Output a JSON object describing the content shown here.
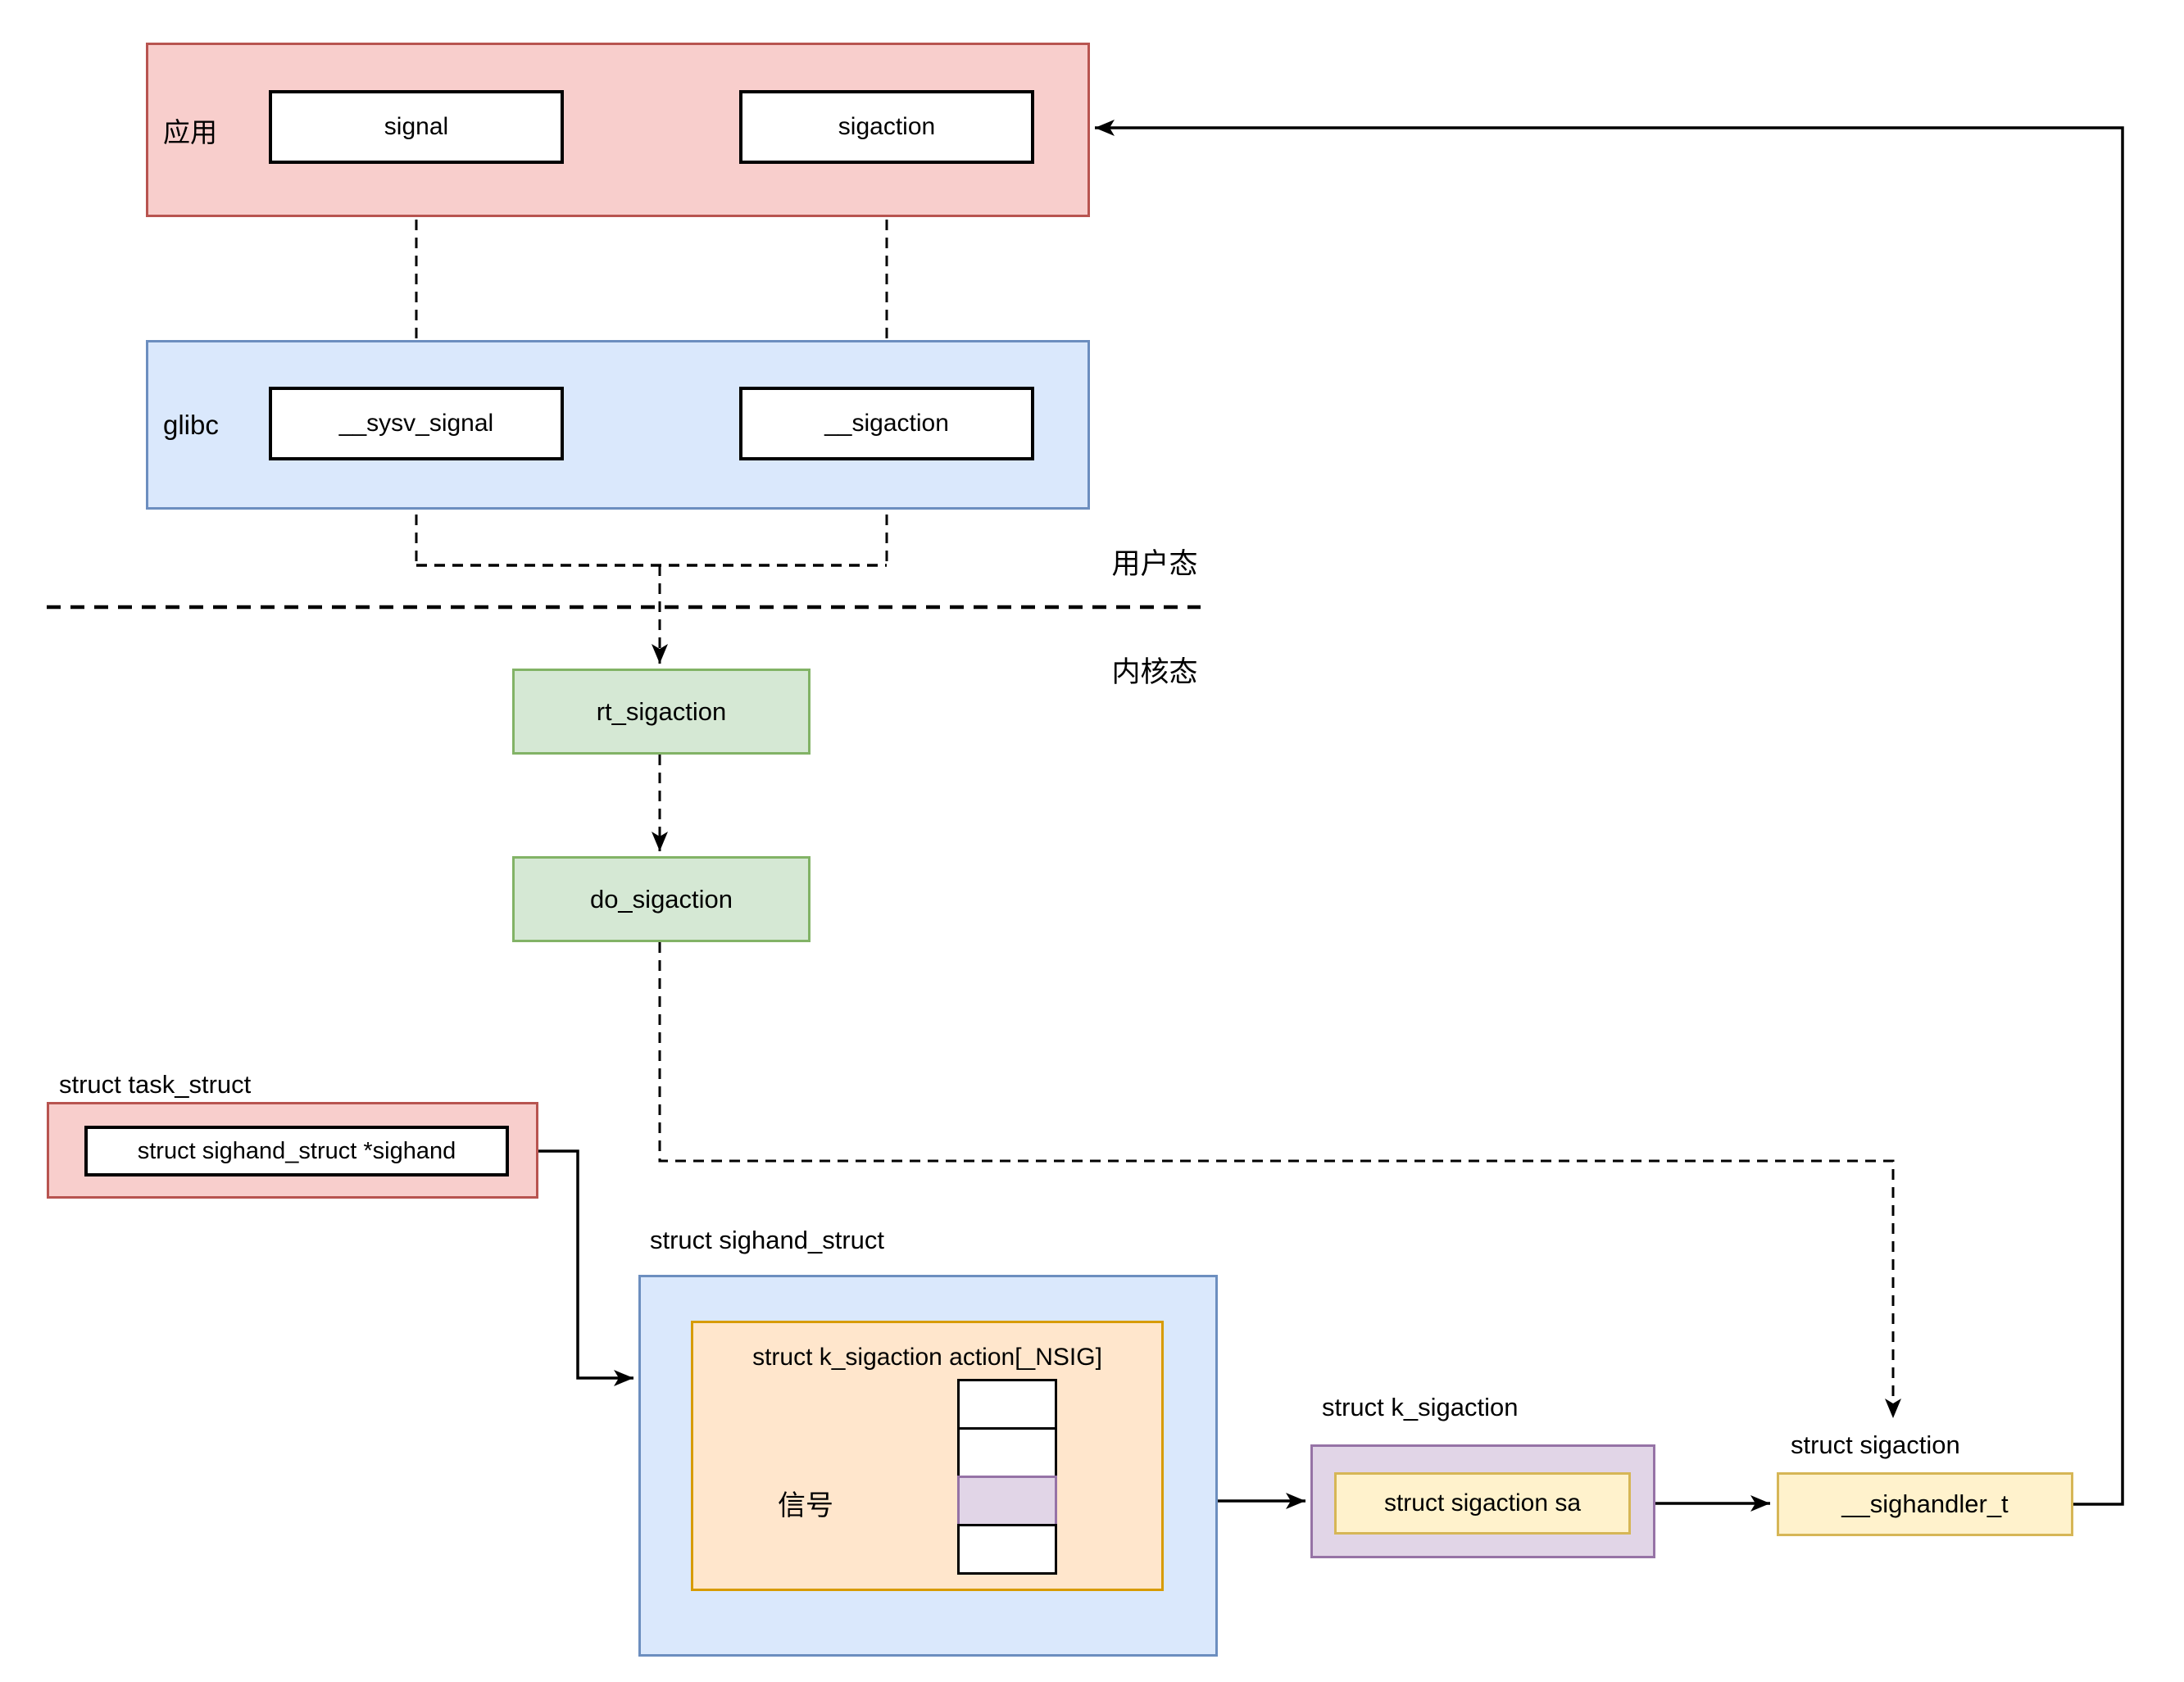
{
  "palette": {
    "red": {
      "fill": "#f8cecc",
      "stroke": "#b85450"
    },
    "blue": {
      "fill": "#dae8fc",
      "stroke": "#6c8ebf"
    },
    "green": {
      "fill": "#d5e8d4",
      "stroke": "#82b366"
    },
    "orange": {
      "fill": "#ffe6cc",
      "stroke": "#d79b00"
    },
    "purple": {
      "fill": "#e1d5e7",
      "stroke": "#9673a6"
    },
    "yellow": {
      "fill": "#fff2cc",
      "stroke": "#d6b656"
    },
    "line": {
      "fill": "#000000",
      "stroke": "#000000"
    }
  },
  "layers": {
    "app": {
      "label": "应用",
      "signal": "signal",
      "sigaction": "sigaction"
    },
    "glibc": {
      "label": "glibc",
      "sysv_signal": "__sysv_signal",
      "sigaction": "__sigaction"
    }
  },
  "modes": {
    "user": "用户态",
    "kernel": "内核态"
  },
  "kernel": {
    "rt_sigaction": "rt_sigaction",
    "do_sigaction": "do_sigaction"
  },
  "task_struct": {
    "title": "struct task_struct",
    "field": "struct sighand_struct *sighand"
  },
  "sighand_struct": {
    "title": "struct sighand_struct",
    "array_label": "struct k_sigaction action[_NSIG]",
    "signal_label": "信号",
    "array_cells": 4,
    "highlighted_cell_index": 2
  },
  "k_sigaction": {
    "title": "struct k_sigaction",
    "field": "struct sigaction sa"
  },
  "sigaction_struct": {
    "title": "struct sigaction",
    "field": "__sighandler_t"
  }
}
